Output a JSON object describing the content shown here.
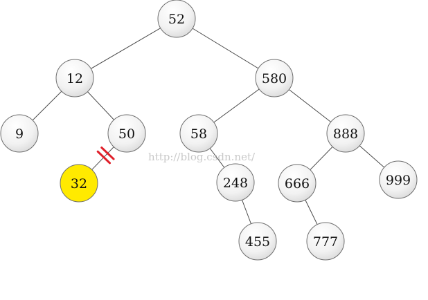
{
  "diagram": {
    "watermark": "http://blog.csdn.net/",
    "colors": {
      "edge": "#4a4a4a",
      "node_fill_top": "#ffffff",
      "node_fill_bottom": "#dcdcdc",
      "highlight_fill": "#ffea00",
      "cut_mark": "#e0202a"
    },
    "nodes": [
      {
        "id": "n52",
        "label": "52"
      },
      {
        "id": "n12",
        "label": "12"
      },
      {
        "id": "n580",
        "label": "580"
      },
      {
        "id": "n9",
        "label": "9"
      },
      {
        "id": "n50",
        "label": "50"
      },
      {
        "id": "n32",
        "label": "32",
        "highlighted": true
      },
      {
        "id": "n58",
        "label": "58"
      },
      {
        "id": "n888",
        "label": "888"
      },
      {
        "id": "n248",
        "label": "248"
      },
      {
        "id": "n455",
        "label": "455"
      },
      {
        "id": "n666",
        "label": "666"
      },
      {
        "id": "n777",
        "label": "777"
      },
      {
        "id": "n999",
        "label": "999"
      }
    ],
    "edges": [
      {
        "from": "n52",
        "to": "n12"
      },
      {
        "from": "n52",
        "to": "n580"
      },
      {
        "from": "n12",
        "to": "n9"
      },
      {
        "from": "n12",
        "to": "n50"
      },
      {
        "from": "n50",
        "to": "n32",
        "cut": true
      },
      {
        "from": "n580",
        "to": "n58"
      },
      {
        "from": "n580",
        "to": "n888"
      },
      {
        "from": "n58",
        "to": "n248"
      },
      {
        "from": "n248",
        "to": "n455"
      },
      {
        "from": "n888",
        "to": "n666"
      },
      {
        "from": "n888",
        "to": "n999"
      },
      {
        "from": "n666",
        "to": "n777"
      }
    ]
  }
}
